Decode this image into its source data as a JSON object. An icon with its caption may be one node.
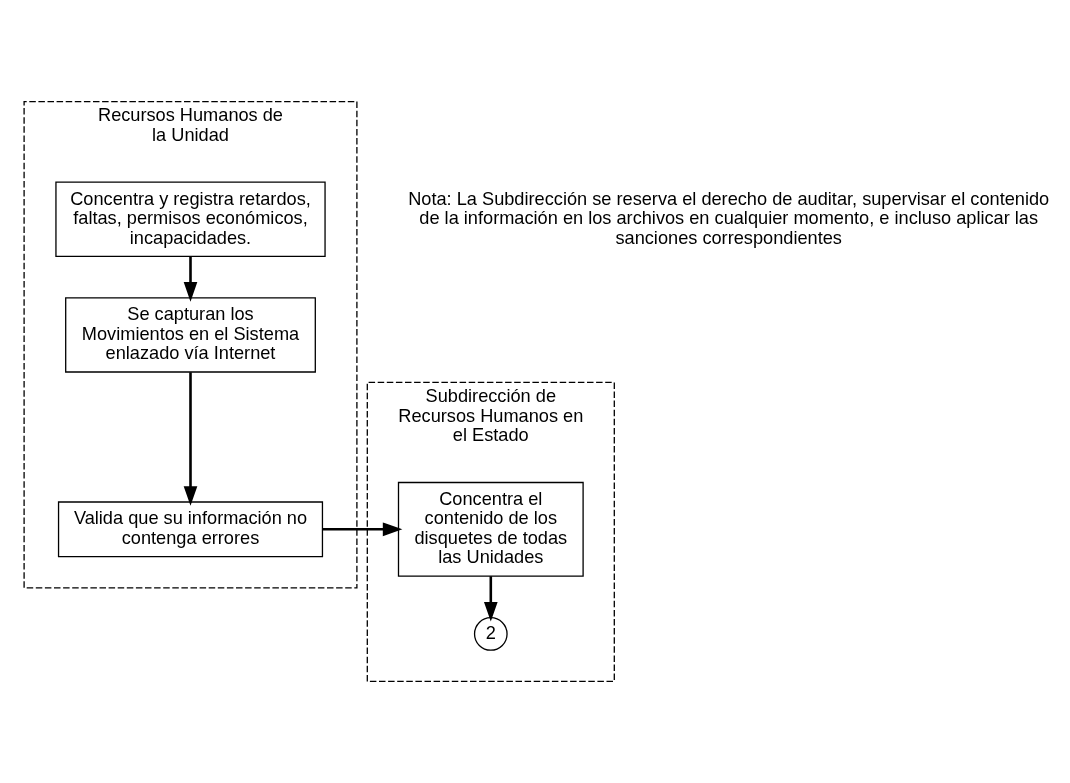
{
  "diagram": {
    "nodes": [
      {
        "text": [
          "Recursos Humanos de la Unidad"
        ]
      },
      {
        "text": [
          "Subdirección de Recursos Humanos en el Estado"
        ]
      },
      {
        "text": [
          "Concentra y registra retardos, faltas, permisos económicos, incapacidades."
        ],
        "in": 0
      },
      {
        "text": [
          "Se capturan los Movimientos en el Sistema enlazado vía Internet"
        ],
        "in": 0
      },
      {
        "text": [
          "Valida que su información no contenga errores"
        ],
        "in": 0
      },
      {
        "text": [
          "Concentra el contenido de los disquetes de todas las Unidades"
        ],
        "in": 1
      },
      {
        "text": [
          "2"
        ],
        "in": 1
      }
    ],
    "edges": [
      {
        "from": 2,
        "to": 3,
        "arrow": "to"
      },
      {
        "from": 3,
        "to": 4,
        "arrow": "to"
      },
      {
        "from": 4,
        "to": 5,
        "arrow": "to"
      },
      {
        "from": 5,
        "to": 6,
        "arrow": "to"
      }
    ],
    "labels": [
      "Nota: La Subdirección se reserva el derecho de auditar, supervisar el contenido de la información en los archivos en cualquier momento, e incluso aplicar las sanciones correspondientes"
    ]
  }
}
